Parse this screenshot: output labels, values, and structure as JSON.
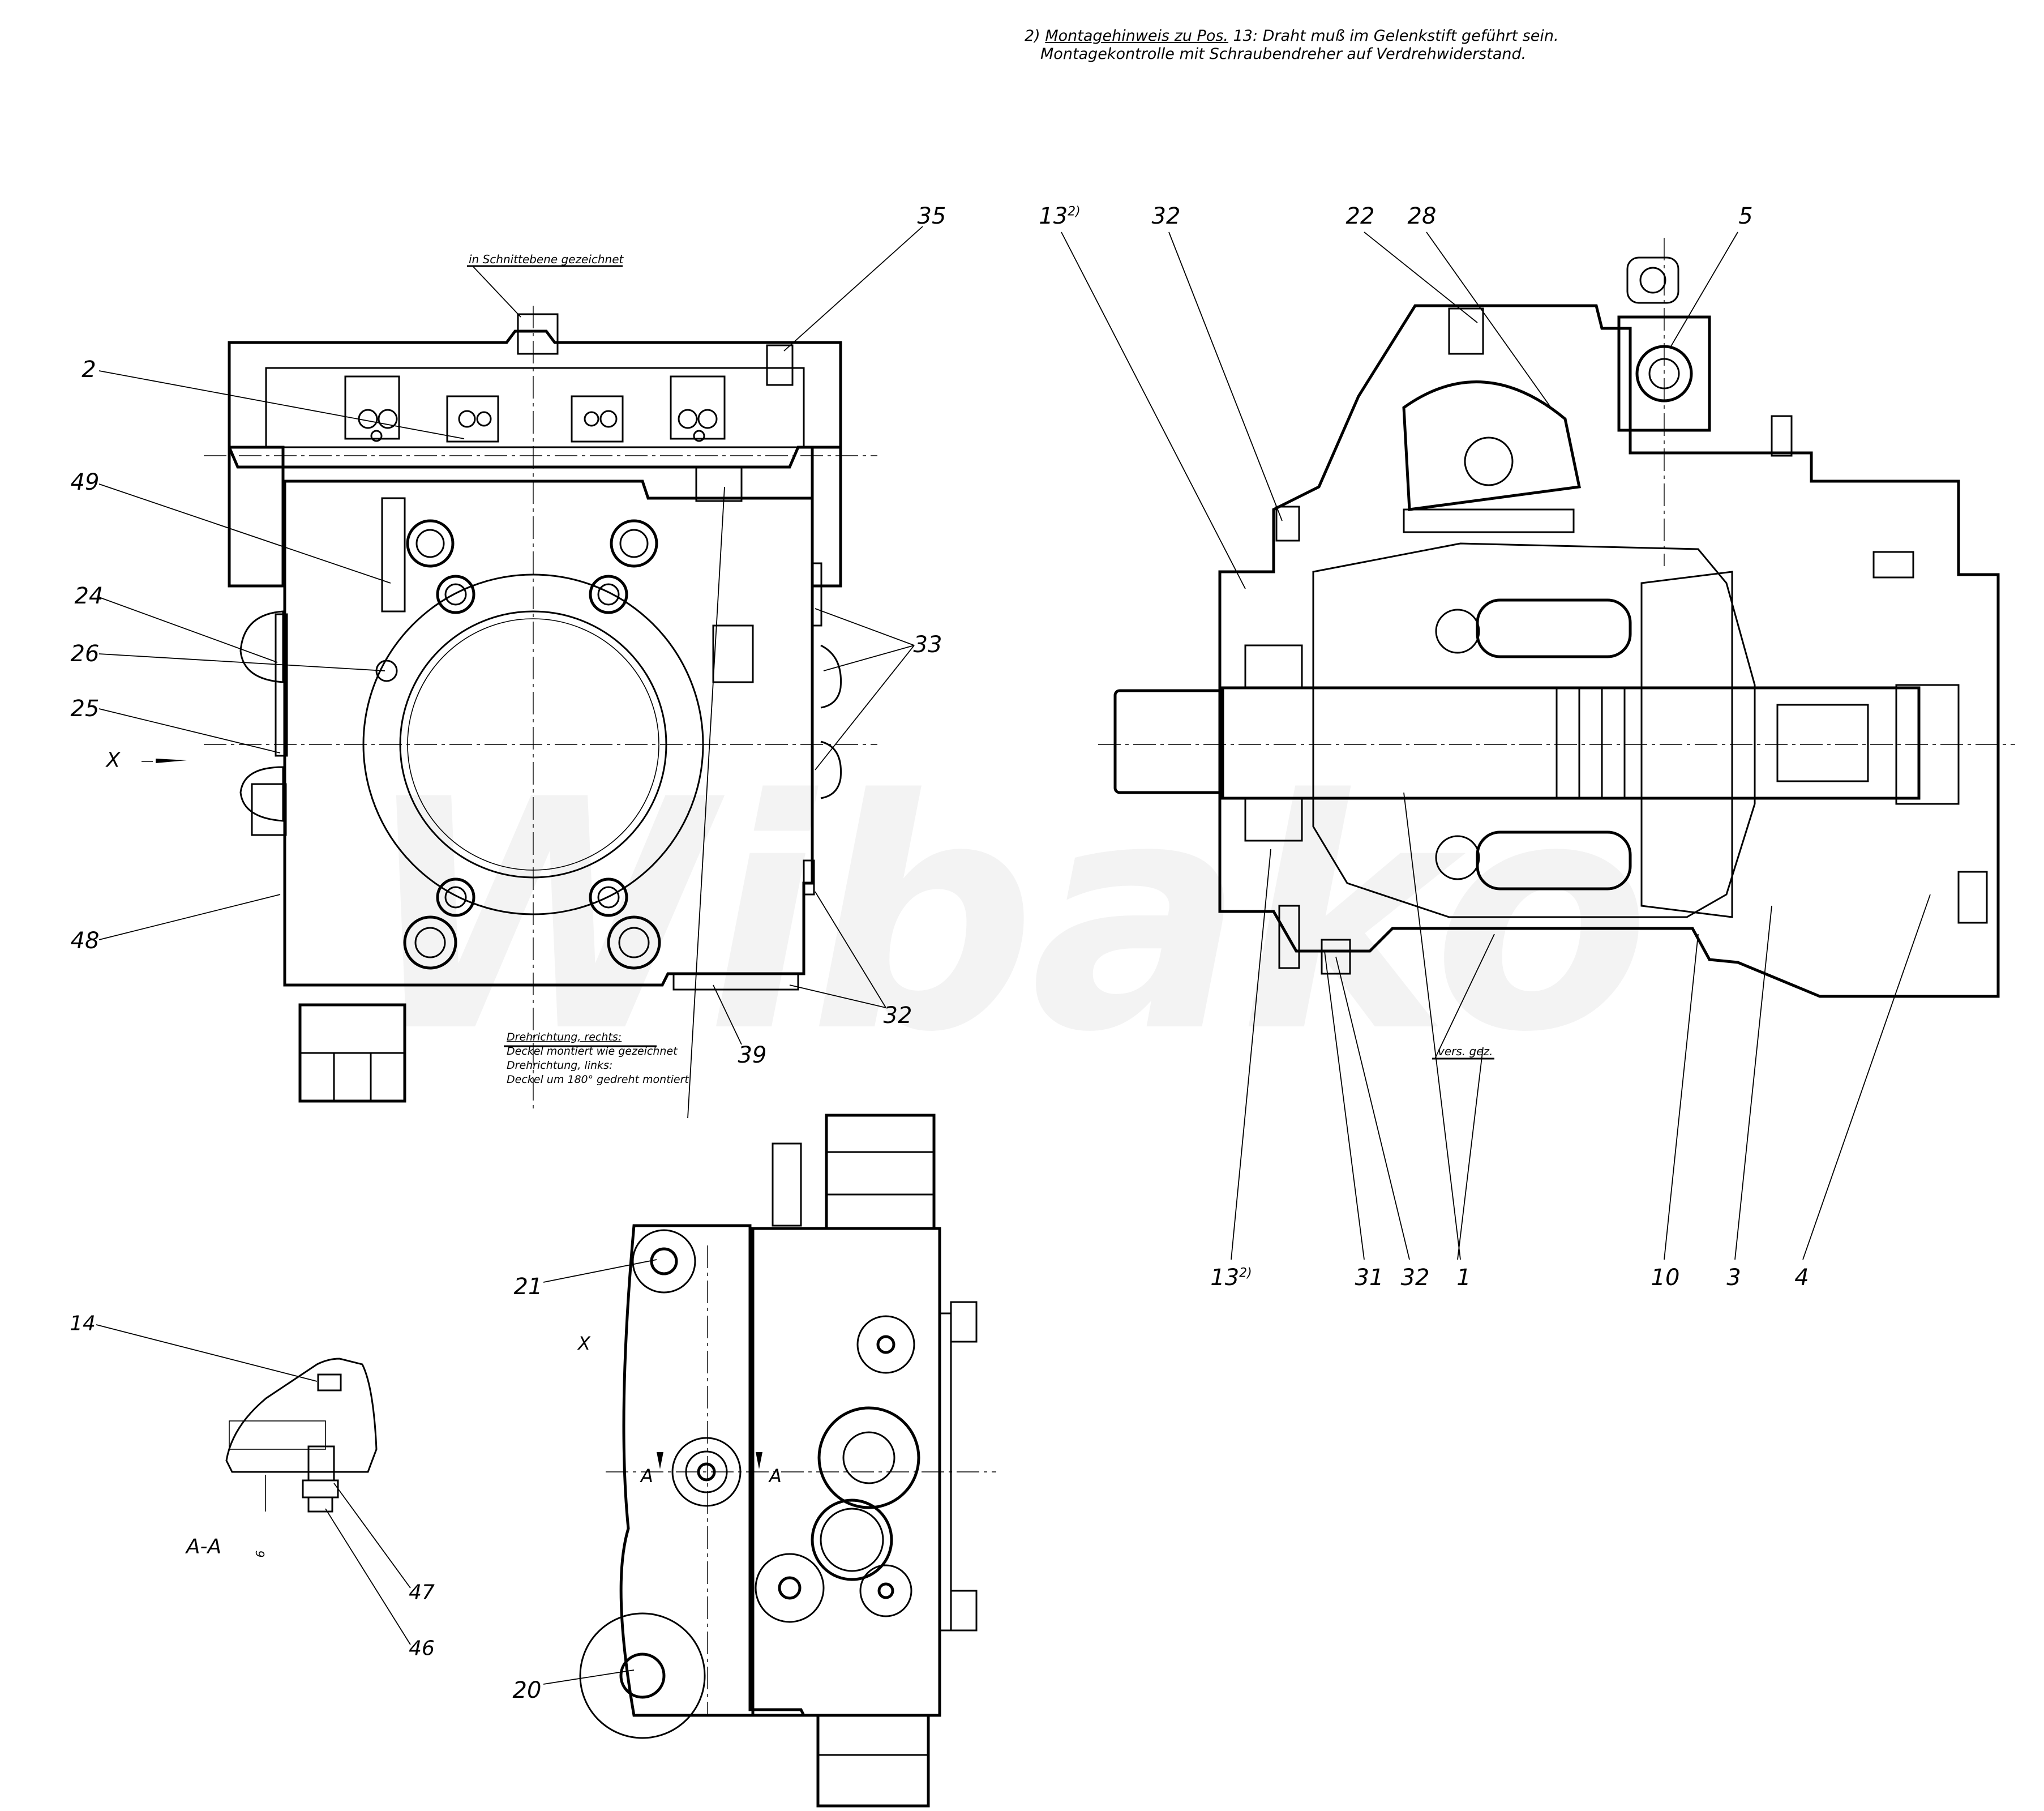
{
  "document": {
    "type": "technical assembly drawing",
    "watermark": "Wibako"
  },
  "notes": {
    "footnote_marker": "2)",
    "footnote_heading": "Montagehinweis zu Pos.",
    "footnote_line1_rest": " 13: Draht muß im Gelenkstift geführt sein.",
    "footnote_line2": "Montagekontrolle mit Schraubendreher auf Verdrehwiderstand.",
    "section_plane": "in Schnittebene gezeichnet",
    "rotation_right_heading": "Drehrichtung, rechts:",
    "rotation_right_text": "Deckel montiert wie gezeichnet",
    "rotation_left_heading": "Drehrichtung, links:",
    "rotation_left_text": "Deckel um 180° gedreht montiert",
    "offset_drawn": "vers. gez."
  },
  "view_labels": {
    "view_x_arrow": "X",
    "view_x": "X",
    "section_a_left": "A",
    "section_a_right": "A",
    "section_aa": "A-A",
    "dimension_6": "6"
  },
  "callouts": {
    "front_view": [
      {
        "id": "35",
        "label": "35"
      },
      {
        "id": "2",
        "label": "2"
      },
      {
        "id": "49",
        "label": "49"
      },
      {
        "id": "24",
        "label": "24"
      },
      {
        "id": "26",
        "label": "26"
      },
      {
        "id": "25",
        "label": "25"
      },
      {
        "id": "48",
        "label": "48"
      },
      {
        "id": "33",
        "label": "33"
      },
      {
        "id": "32",
        "label": "32"
      },
      {
        "id": "39",
        "label": "39"
      }
    ],
    "section_view_top": [
      {
        "id": "13",
        "label": "13",
        "sup": "2)"
      },
      {
        "id": "32",
        "label": "32"
      },
      {
        "id": "22",
        "label": "22"
      },
      {
        "id": "28",
        "label": "28"
      },
      {
        "id": "5",
        "label": "5"
      }
    ],
    "section_view_bottom": [
      {
        "id": "13",
        "label": "13",
        "sup": "2)"
      },
      {
        "id": "31",
        "label": "31"
      },
      {
        "id": "32",
        "label": "32"
      },
      {
        "id": "1",
        "label": "1"
      },
      {
        "id": "10",
        "label": "10"
      },
      {
        "id": "3",
        "label": "3"
      },
      {
        "id": "4",
        "label": "4"
      }
    ],
    "detail_aa": [
      {
        "id": "14",
        "label": "14"
      },
      {
        "id": "47",
        "label": "47"
      },
      {
        "id": "46",
        "label": "46"
      }
    ],
    "view_x": [
      {
        "id": "21",
        "label": "21"
      },
      {
        "id": "20",
        "label": "20"
      }
    ]
  }
}
